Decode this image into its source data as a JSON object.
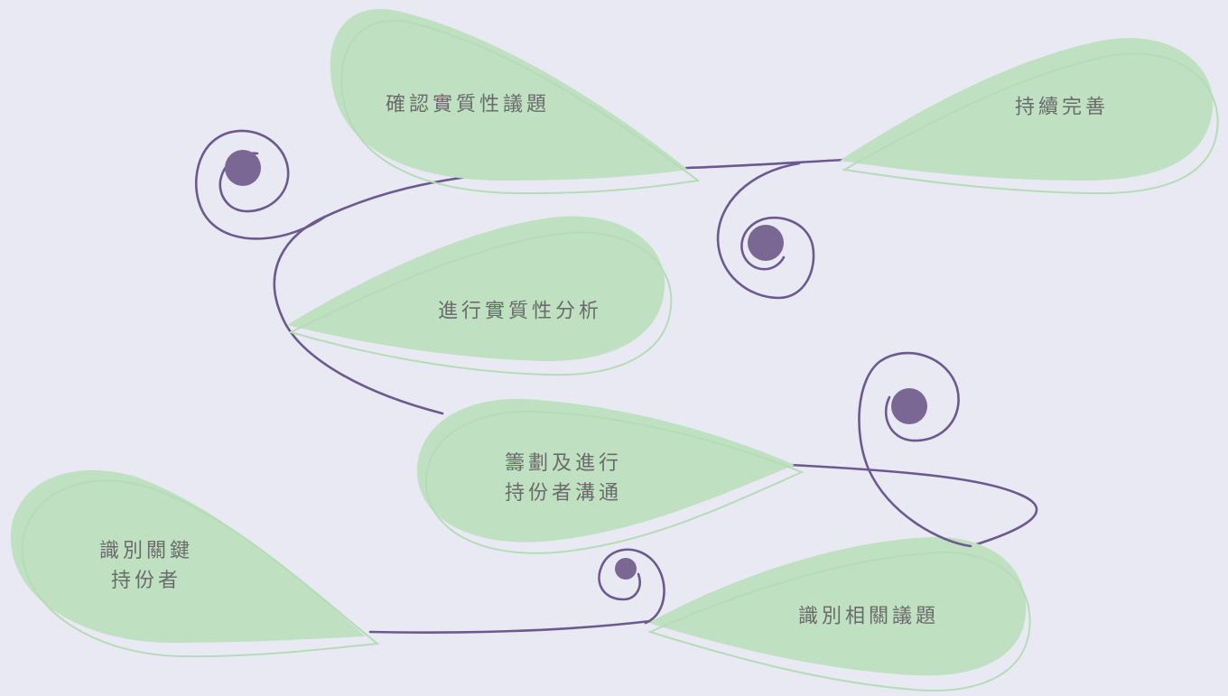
{
  "steps": [
    {
      "id": "identify-stakeholders",
      "lines": [
        "識別關鍵",
        "持份者"
      ]
    },
    {
      "id": "stakeholder-engagement",
      "lines": [
        "籌劃及進行",
        "持份者溝通"
      ]
    },
    {
      "id": "identify-issues",
      "lines": [
        "識別相關議題"
      ]
    },
    {
      "id": "materiality-analysis",
      "lines": [
        "進行實質性分析"
      ]
    },
    {
      "id": "confirm-material-issues",
      "lines": [
        "確認實質性議題"
      ]
    },
    {
      "id": "continuous-improvement",
      "lines": [
        "持續完善"
      ]
    }
  ],
  "colors": {
    "background": "#e9e9f4",
    "leaf": "#bfe0c1",
    "leaf_outline": "#b5dcb6",
    "path": "#6c5a8e",
    "dot": "#7a6794",
    "text": "#6b6b6b"
  }
}
